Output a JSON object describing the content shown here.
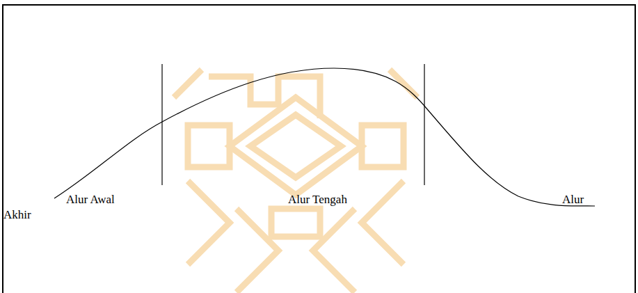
{
  "diagram": {
    "labels": [
      "Alur Awal",
      "Alur Tengah",
      "Alur Akhir"
    ]
  }
}
